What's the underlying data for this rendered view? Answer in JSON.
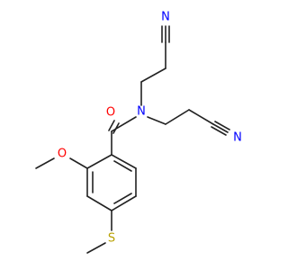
{
  "molecule": {
    "atoms": {
      "o_carbonyl": "O",
      "n_amide": "N",
      "n_nitrile_top": "N",
      "n_nitrile_right": "N",
      "o_methoxy": "O",
      "s_thioether": "S"
    },
    "colors": {
      "bond": "#222222",
      "oxygen": "#ff0000",
      "nitrogen": "#0000ff",
      "sulfur": "#b8a000"
    }
  }
}
